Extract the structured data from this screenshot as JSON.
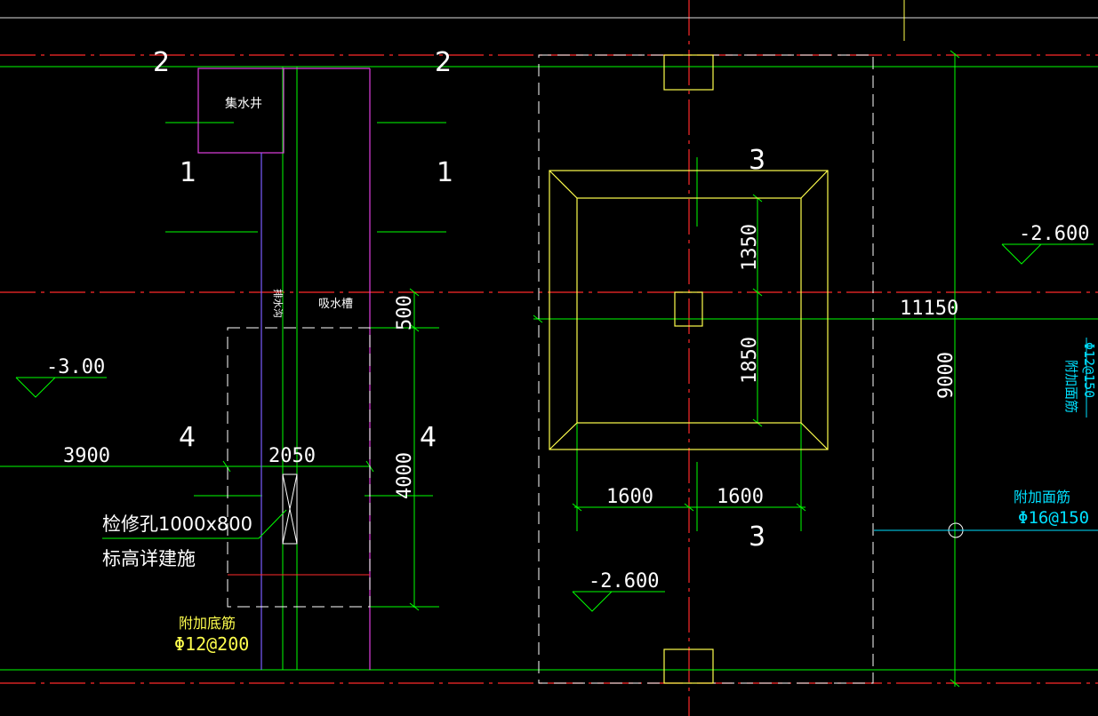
{
  "colors": {
    "background": "#000000",
    "axis_red": "#ff2a2a",
    "green": "#00ff00",
    "yellow": "#ffff4d",
    "magenta": "#e040e0",
    "blue": "#7a5cff",
    "white": "#ffffff",
    "cyan": "#00e0ff"
  },
  "section_markers": {
    "top_left": "2",
    "top_right": "2",
    "sec1_left": "1",
    "sec1_right": "1",
    "sec4_left": "4",
    "sec4_right": "4",
    "sec3_top": "3",
    "sec3_bottom": "3"
  },
  "labels": {
    "sump": "集水井",
    "drain_ditch": "排水沟",
    "suction_trough": "吸水槽",
    "access_hole": "检修孔1000x800",
    "elevation_note": "标高详建施",
    "add_bottom_rebar": "附加底筋",
    "add_bottom_rebar_spec": "Φ12@200",
    "add_top_rebar_right": "附加面筋",
    "add_top_rebar_right_spec": "Φ16@150",
    "add_top_rebar_vert": "附加面筋",
    "add_top_rebar_vert_spec": "Φ12@150"
  },
  "dimensions": {
    "d3900": "3900",
    "d2050": "2050",
    "d500": "500",
    "d4000": "4000",
    "d1350": "1350",
    "d1850": "1850",
    "d1600a": "1600",
    "d1600b": "1600",
    "d11150": "11150",
    "d9000": "9000"
  },
  "elevations": {
    "left": "-3.00",
    "right": "-2.600",
    "bottom": "-2.600"
  }
}
